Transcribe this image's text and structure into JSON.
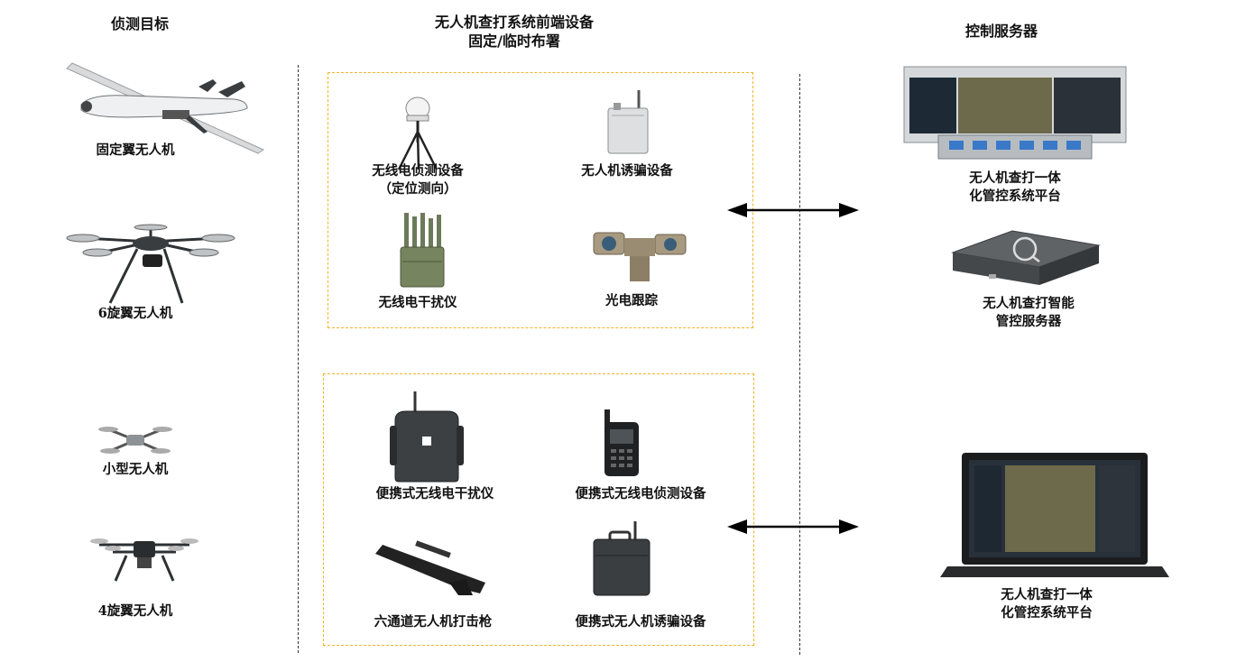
{
  "headers": {
    "targets": "侦测目标",
    "frontend_line1": "无人机查打系统前端设备",
    "frontend_line2": "固定/临时布署",
    "server": "控制服务器"
  },
  "targets": [
    {
      "label": "固定翼无人机",
      "icon": "fixed-wing-drone-icon"
    },
    {
      "label": "6旋翼无人机",
      "icon": "hexacopter-icon"
    },
    {
      "label": "小型无人机",
      "icon": "small-drone-icon"
    },
    {
      "label": "4旋翼无人机",
      "icon": "quadcopter-icon"
    }
  ],
  "fixed_group": [
    {
      "label": "无线电侦测设备",
      "sub": "（定位测向）",
      "icon": "radio-detection-antenna-icon"
    },
    {
      "label": "无人机诱骗设备",
      "icon": "spoofing-device-icon"
    },
    {
      "label": "无线电干扰仪",
      "icon": "radio-jammer-icon"
    },
    {
      "label": "光电跟踪",
      "icon": "electro-optical-tracker-icon"
    }
  ],
  "portable_group": [
    {
      "label": "便携式无线电干扰仪",
      "icon": "backpack-jammer-icon"
    },
    {
      "label": "便携式无线电侦测设备",
      "icon": "handheld-detector-icon"
    },
    {
      "label": "六通道无人机打击枪",
      "icon": "jammer-gun-icon"
    },
    {
      "label": "便携式无人机诱骗设备",
      "icon": "portable-spoofer-icon"
    }
  ],
  "servers": [
    {
      "line1": "无人机查打一体",
      "line2": "化管控系统平台",
      "icon": "control-console-icon"
    },
    {
      "line1": "无人机查打智能",
      "line2": "管控服务器",
      "icon": "server-box-icon"
    },
    {
      "line1": "无人机查打一体",
      "line2": "化管控系统平台",
      "icon": "laptop-icon"
    }
  ],
  "colors": {
    "box_border": "#f0b428",
    "divider": "#333333",
    "arrow": "#000000"
  }
}
